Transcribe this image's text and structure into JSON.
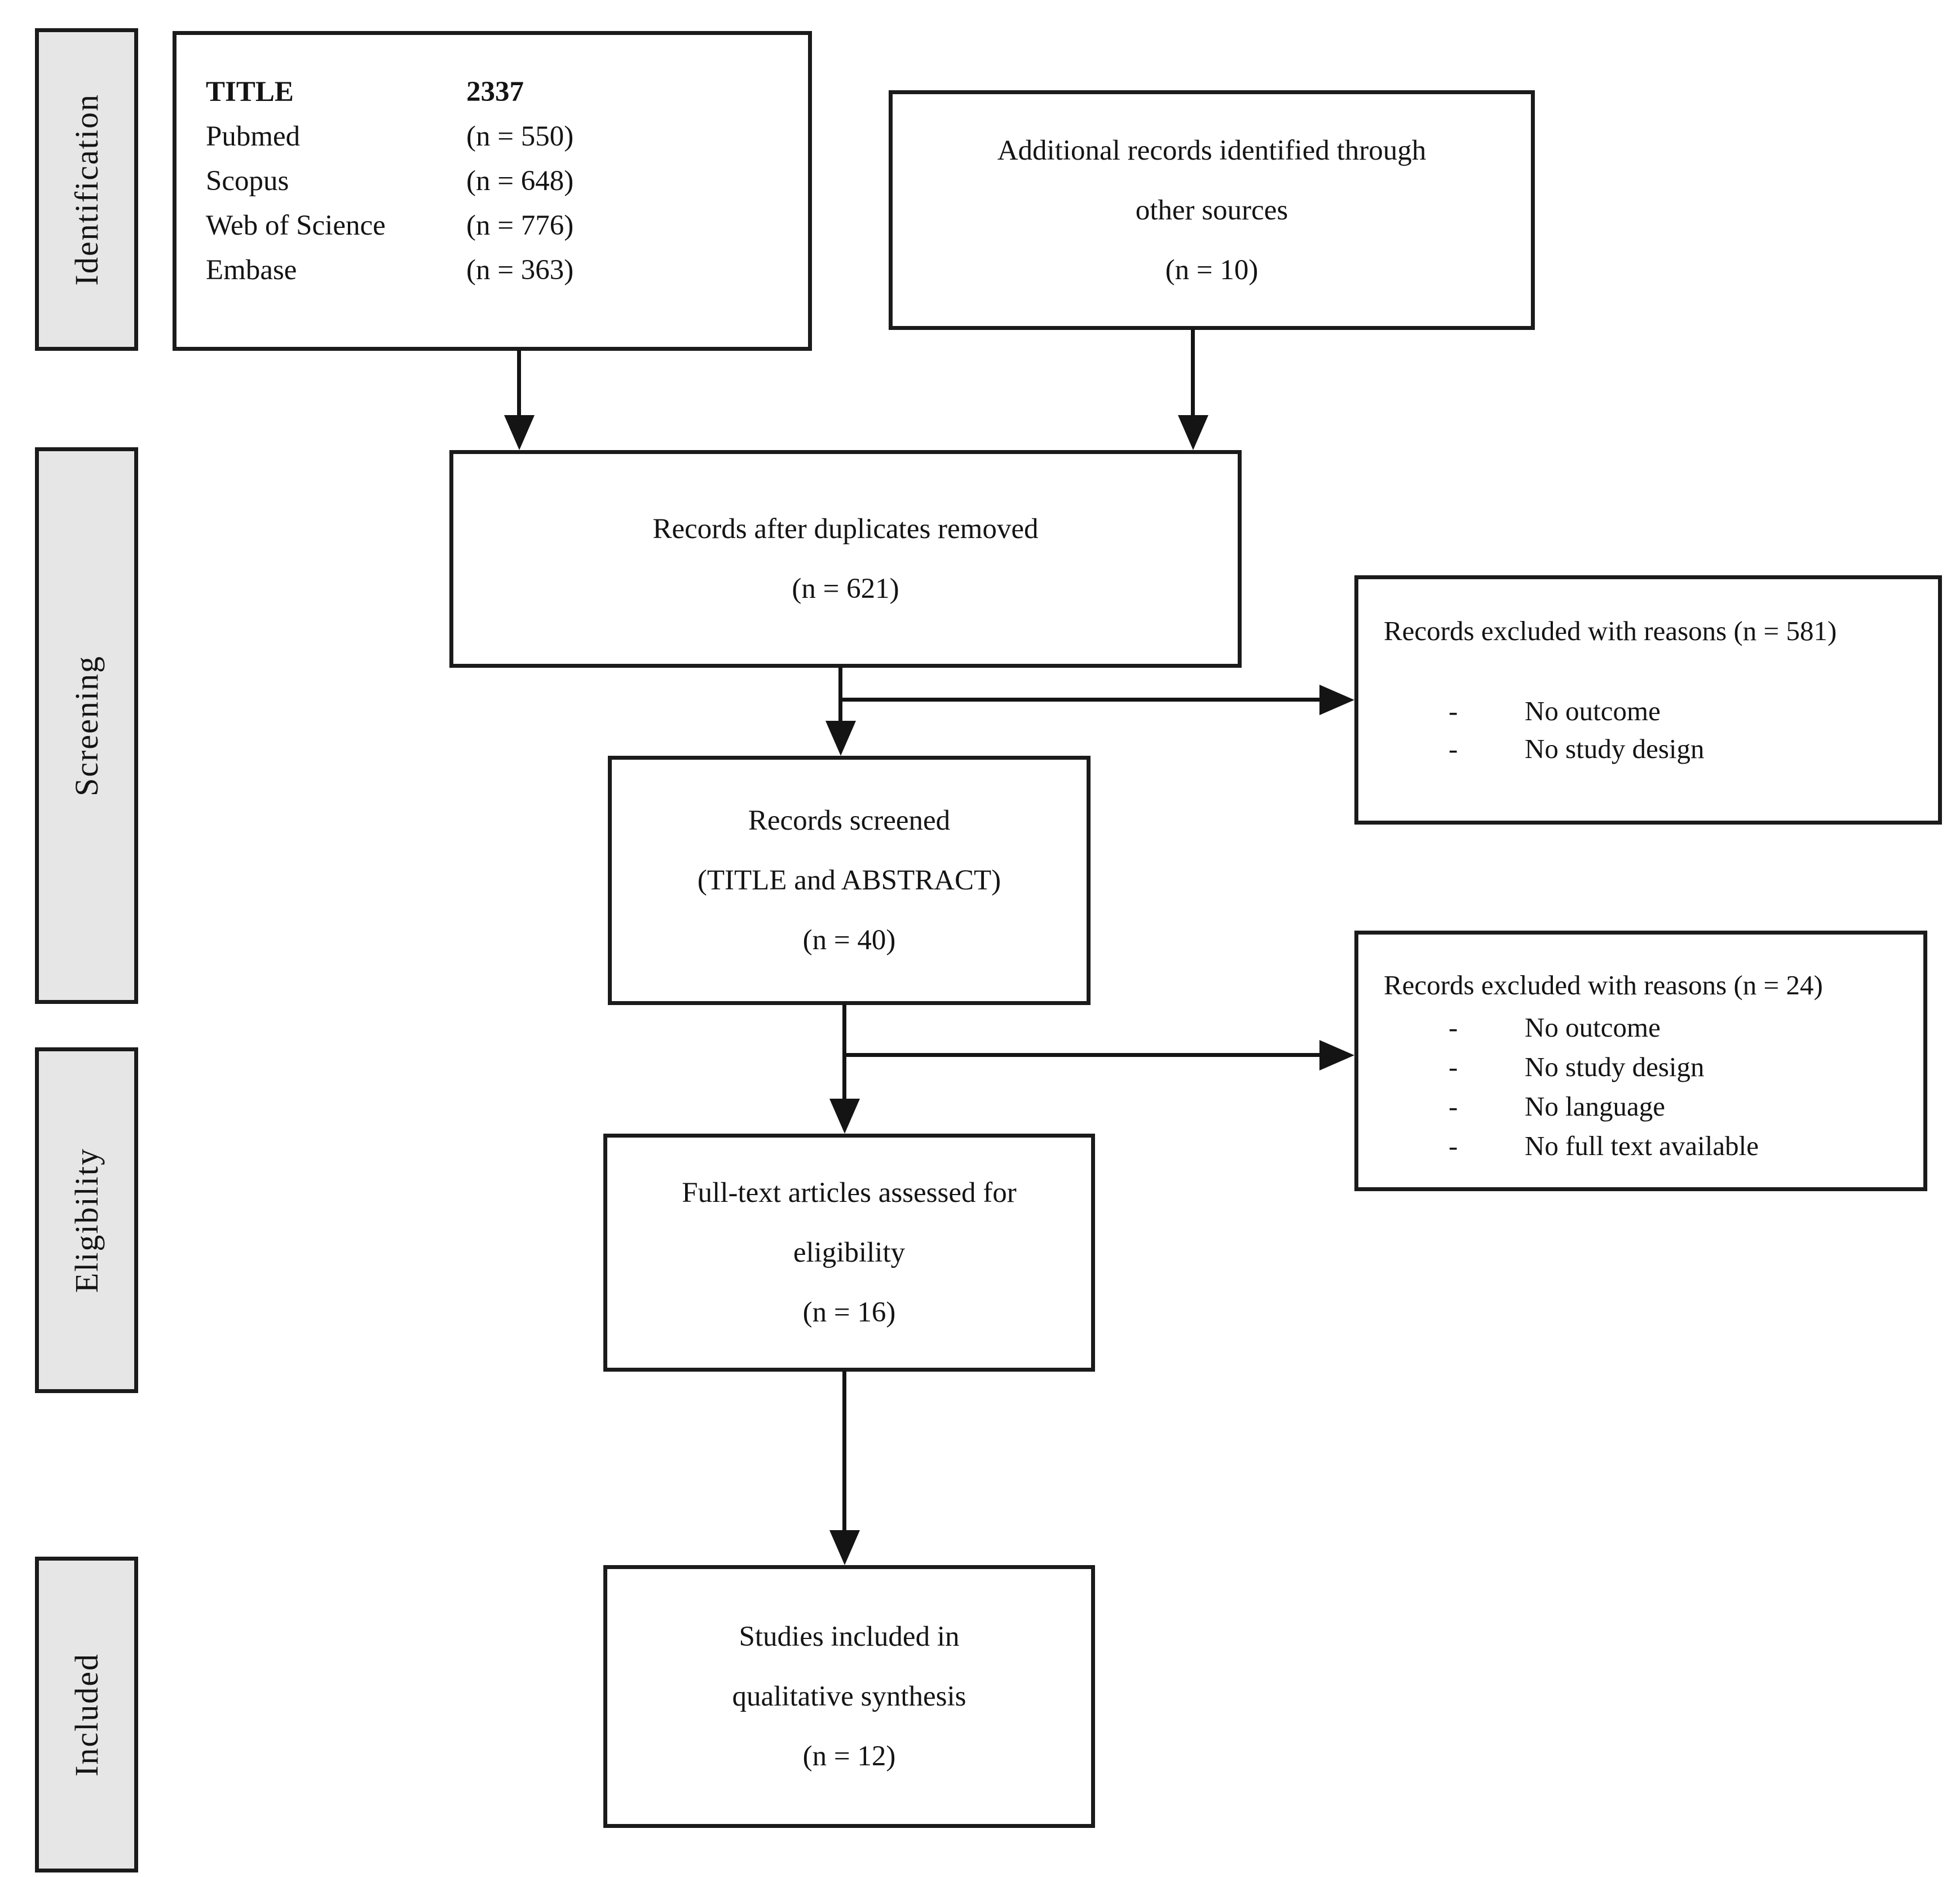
{
  "diagram": {
    "type": "prisma-flow",
    "bullet_char": "-",
    "colors": {
      "stage_fill": "#e6e6e6",
      "box_fill": "#ffffff",
      "border": "#1b1b1b",
      "line": "#141414",
      "background": "#ffffff"
    },
    "stages": [
      {
        "label": "Identification"
      },
      {
        "label": "Screening"
      },
      {
        "label": "Eligibility"
      },
      {
        "label": "Included"
      }
    ],
    "sources_box": {
      "rows": [
        {
          "label": "TITLE",
          "value": "2337"
        },
        {
          "label": "Pubmed",
          "value": "(n = 550)"
        },
        {
          "label": "Scopus",
          "value": "(n = 648)"
        },
        {
          "label": "Web of Science",
          "value": "(n = 776)"
        },
        {
          "label": "Embase",
          "value": "(n = 363)"
        }
      ]
    },
    "additional_box": {
      "lines": [
        "Additional records identified through",
        "other sources",
        "(n = 10)"
      ]
    },
    "dedup_box": {
      "lines": [
        "Records after duplicates removed",
        "(n = 621)"
      ]
    },
    "screened_box": {
      "lines": [
        "Records screened",
        "(TITLE and ABSTRACT)",
        "(n = 40)"
      ]
    },
    "excluded_box_1": {
      "title": "Records excluded with reasons (n = 581)",
      "reasons": [
        "No outcome",
        "No study design"
      ]
    },
    "excluded_box_2": {
      "title": "Records excluded with reasons (n = 24)",
      "reasons": [
        "No outcome",
        "No study design",
        "No language",
        "No full text available"
      ]
    },
    "fulltext_box": {
      "lines": [
        "Full-text articles assessed for",
        "eligibility",
        "(n = 16)"
      ]
    },
    "included_box": {
      "lines": [
        "Studies included in",
        "qualitative synthesis",
        "(n = 12)"
      ]
    }
  }
}
